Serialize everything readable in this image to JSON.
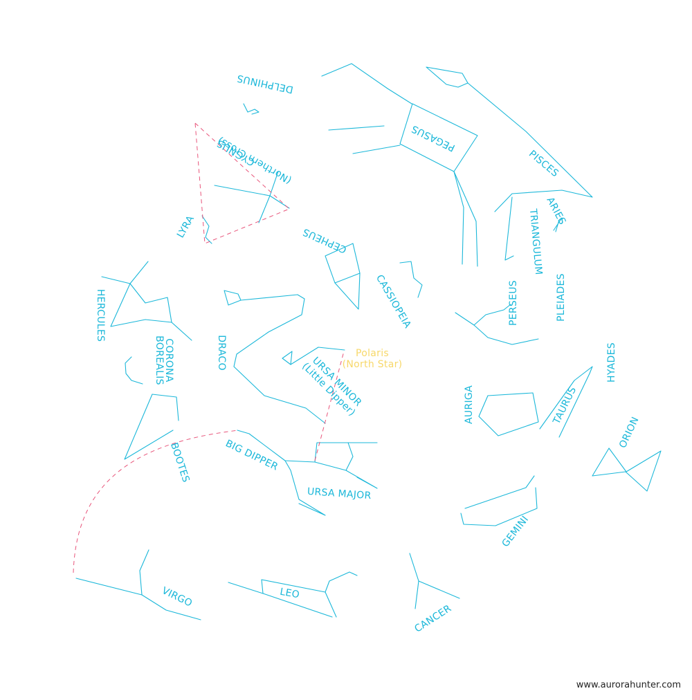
{
  "colors": {
    "constellation": "#1ab7d9",
    "pointer": "#e8547a",
    "polaris": "#f7d86a",
    "credit": "#222222"
  },
  "labels": {
    "delphinus": "DELPHINUS",
    "pegasus": "PEGASUS",
    "pisces": "PISCES",
    "cygnus": "CYGNUS",
    "cygnus_sub": "(Northern Cross)",
    "aries": "ARIES",
    "triangulum": "TRIANGULUM",
    "lyra": "LYRA",
    "cepheus": "CEPHEUS",
    "cassiopeia": "CASSIOPEIA",
    "perseus": "PERSEUS",
    "pleiades": "PLEIADES",
    "hercules": "HERCULES",
    "corona_borealis": "CORONA",
    "corona_borealis_2": "BOREALIS",
    "draco": "DRACO",
    "polaris": "Polaris",
    "polaris_sub": "(North Star)",
    "ursa_minor": "URSA MINOR",
    "ursa_minor_sub": "(Little Dipper)",
    "hyades": "HYADES",
    "auriga": "AURIGA",
    "taurus": "TAURUS",
    "orion": "ORION",
    "bootes": "BOOTES",
    "big_dipper": "BIG DIPPER",
    "ursa_major": "URSA MAJOR",
    "gemini": "GEMINI",
    "virgo": "VIRGO",
    "leo": "LEO",
    "cancer": "CANCER"
  },
  "credit": "www.aurorahunter.com"
}
